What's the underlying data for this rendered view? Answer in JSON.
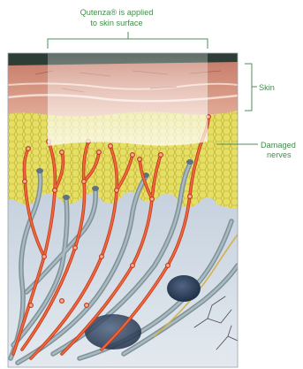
{
  "labels": {
    "top_line1": "Qutenza® is applied",
    "top_line2": "to skin surface",
    "skin": "Skin",
    "damaged_line1": "Damaged",
    "damaged_line2": "nerves"
  },
  "colors": {
    "label_green": "#3f8e4a",
    "bracket_green": "#4f8f5a",
    "skin": "#d89a85",
    "fat": "#e0da5e",
    "tissue": "#bcc9d8",
    "damaged_nerve": "#e8532e",
    "healthy_nerve": "#8fa1a9",
    "nerve_node": "#d03a1c",
    "cell_body": "#2a3d55"
  }
}
